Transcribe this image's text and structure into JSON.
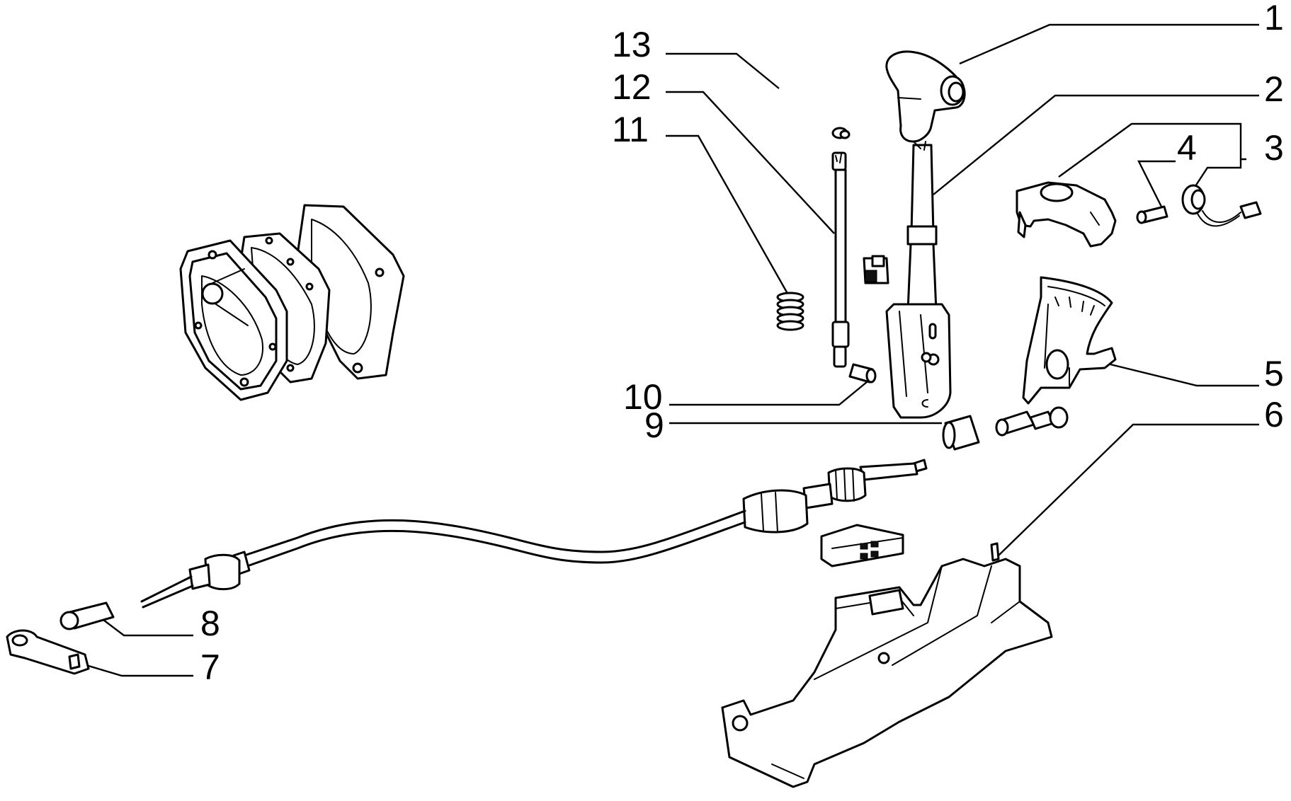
{
  "callouts": [
    "1",
    "2",
    "3",
    "4",
    "5",
    "6",
    "7",
    "8",
    "9",
    "10",
    "11",
    "12",
    "13"
  ],
  "parts": [
    {
      "id": "1",
      "name": "gear-knob"
    },
    {
      "id": "2",
      "name": "gear-lever"
    },
    {
      "id": "3",
      "name": "lamp-holder"
    },
    {
      "id": "4",
      "name": "bulb"
    },
    {
      "id": "5",
      "name": "selector-gate"
    },
    {
      "id": "6",
      "name": "lever-support-bracket"
    },
    {
      "id": "7",
      "name": "cable-bracket"
    },
    {
      "id": "8",
      "name": "cable-end-fitting"
    },
    {
      "id": "9",
      "name": "bushing"
    },
    {
      "id": "10",
      "name": "pin"
    },
    {
      "id": "11",
      "name": "spring"
    },
    {
      "id": "12",
      "name": "release-rod"
    },
    {
      "id": "13",
      "name": "clip"
    }
  ]
}
